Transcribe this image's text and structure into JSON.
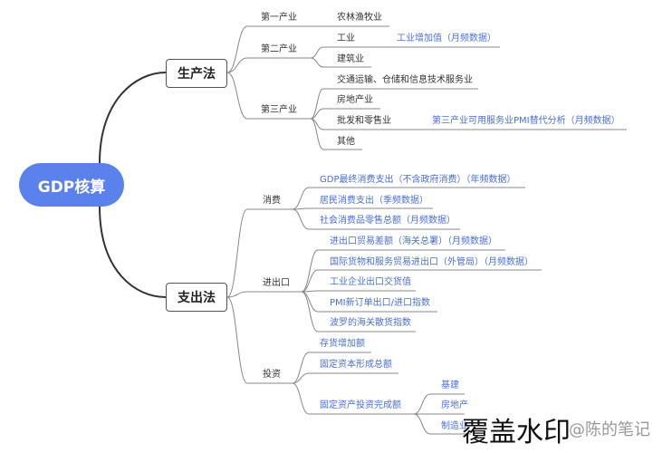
{
  "root": "GDP核算",
  "methods": [
    {
      "label": "生产法",
      "branches": [
        {
          "label": "第一产业",
          "items": [
            {
              "label": "农林渔牧业"
            }
          ]
        },
        {
          "label": "第二产业",
          "items": [
            {
              "label": "工业",
              "note": "工业增加值（月频数据）"
            },
            {
              "label": "建筑业"
            }
          ]
        },
        {
          "label": "第三产业",
          "items": [
            {
              "label": "交通运输、仓储和信息技术服务业"
            },
            {
              "label": "房地产业"
            },
            {
              "label": "批发和零售业",
              "note": "第三产业可用服务业PMI替代分析（月频数据）"
            },
            {
              "label": "其他"
            }
          ]
        }
      ]
    },
    {
      "label": "支出法",
      "branches": [
        {
          "label": "消费",
          "items": [
            {
              "label": "GDP最终消费支出（不含政府消费）（年频数据）"
            },
            {
              "label": "居民消费支出（季频数据）"
            },
            {
              "label": "社会消费品零售总额（月频数据）"
            }
          ]
        },
        {
          "label": "进出口",
          "items": [
            {
              "label": "进出口贸易差额（海关总署）（月频数据）"
            },
            {
              "label": "国际货物和服务贸易进出口（外管局）（月频数据）"
            },
            {
              "label": "工业企业出口交货值"
            },
            {
              "label": "PMI新订单出口/进口指数"
            },
            {
              "label": "波罗的海关散货指数"
            }
          ]
        },
        {
          "label": "投资",
          "items": [
            {
              "label": "存货增加额"
            },
            {
              "label": "固定资本形成总额"
            },
            {
              "label": "固定资产投资完成额",
              "sub": [
                {
                  "label": "基建"
                },
                {
                  "label": "房地产"
                },
                {
                  "label": "制造业"
                }
              ]
            }
          ]
        }
      ]
    }
  ],
  "watermark": {
    "main": "覆盖水印",
    "credit": "@陈的笔记"
  },
  "colors": {
    "root": "#5b82ec",
    "link_text": "#4a6fd8",
    "line": "#777777"
  }
}
